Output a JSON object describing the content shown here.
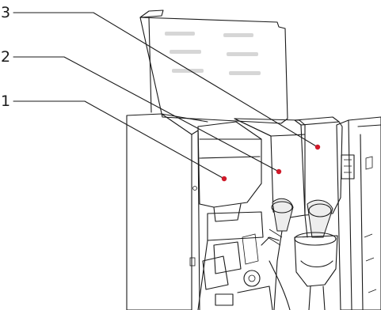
{
  "callouts": [
    {
      "number": "1",
      "target": "canister-left"
    },
    {
      "number": "2",
      "target": "canister-middle"
    },
    {
      "number": "3",
      "target": "canister-right"
    }
  ],
  "colors": {
    "marker": "#d01a2a",
    "line": "#1a1a1a",
    "label_bars": "#d6d6d6"
  }
}
